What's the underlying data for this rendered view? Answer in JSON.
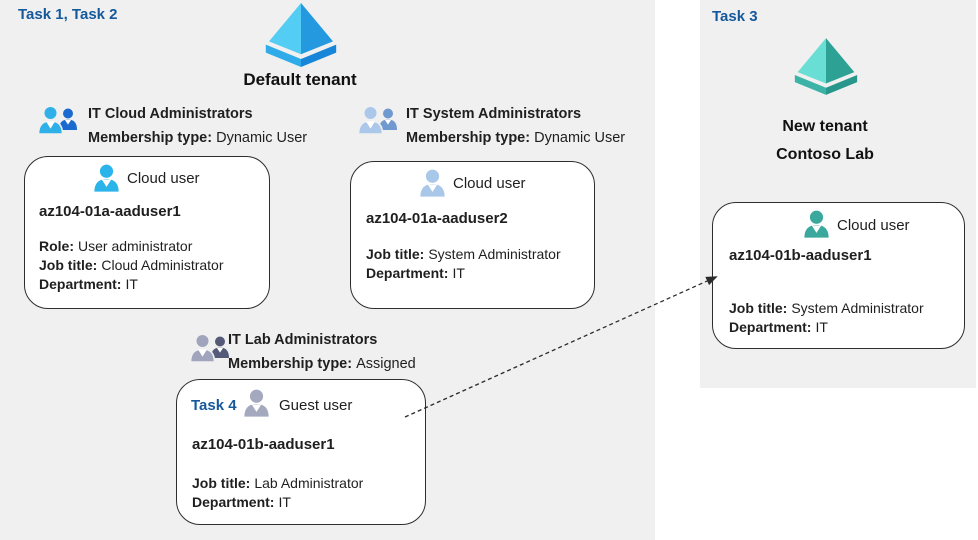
{
  "colors": {
    "task_label": "#15599c",
    "panel_bg": "#f0f0f0",
    "card_bg": "#ffffff",
    "card_border": "#2e2e2e",
    "text": "#1f1f1f",
    "arrow": "#2b2b2b",
    "tenant_default": {
      "light": "#53cdf4",
      "dark": "#2499e0",
      "base_light": "#2fabe9",
      "base_dark": "#1786d9"
    },
    "tenant_new": {
      "light": "#68ded4",
      "dark": "#2da294",
      "base_light": "#3cb3a7",
      "base_dark": "#27978b"
    },
    "group_cloud": {
      "front": "#2fb0e9",
      "back": "#1a6ad0"
    },
    "group_system": {
      "front": "#abc8ea",
      "back": "#7099cf"
    },
    "group_lab": {
      "front": "#a0a5bd",
      "back": "#555a78"
    },
    "user_cloud1": "#2ab4ea",
    "user_cloud2": "#a9c7e9",
    "user_guest": "#a4a9bf",
    "user_new": "#3aa89d"
  },
  "left_panel": {
    "task_label": "Task 1, Task 2",
    "tenant_name": "Default tenant",
    "groups": [
      {
        "name": "IT Cloud Administrators",
        "membership_label": "Membership type:",
        "membership_value": "Dynamic User"
      },
      {
        "name": "IT System Administrators",
        "membership_label": "Membership type:",
        "membership_value": "Dynamic User"
      },
      {
        "name": "IT Lab Administrators",
        "membership_label": "Membership type:",
        "membership_value": "Assigned"
      }
    ],
    "cards": [
      {
        "user_type": "Cloud user",
        "username": "az104-01a-aaduser1",
        "fields": [
          {
            "label": "Role:",
            "value": "User administrator"
          },
          {
            "label": "Job title:",
            "value": "Cloud Administrator"
          },
          {
            "label": "Department:",
            "value": "IT"
          }
        ]
      },
      {
        "user_type": "Cloud user",
        "username": "az104-01a-aaduser2",
        "fields": [
          {
            "label": "Job title:",
            "value": "System Administrator"
          },
          {
            "label": "Department:",
            "value": "IT"
          }
        ]
      },
      {
        "task_label": "Task 4",
        "user_type": "Guest user",
        "username": "az104-01b-aaduser1",
        "fields": [
          {
            "label": "Job title:",
            "value": "Lab Administrator"
          },
          {
            "label": "Department:",
            "value": "IT"
          }
        ]
      }
    ]
  },
  "right_panel": {
    "task_label": "Task 3",
    "tenant_name_line1": "New tenant",
    "tenant_name_line2": "Contoso Lab",
    "card": {
      "user_type": "Cloud user",
      "username": "az104-01b-aaduser1",
      "fields": [
        {
          "label": "Job title:",
          "value": "System Administrator"
        },
        {
          "label": "Department:",
          "value": "IT"
        }
      ]
    }
  }
}
